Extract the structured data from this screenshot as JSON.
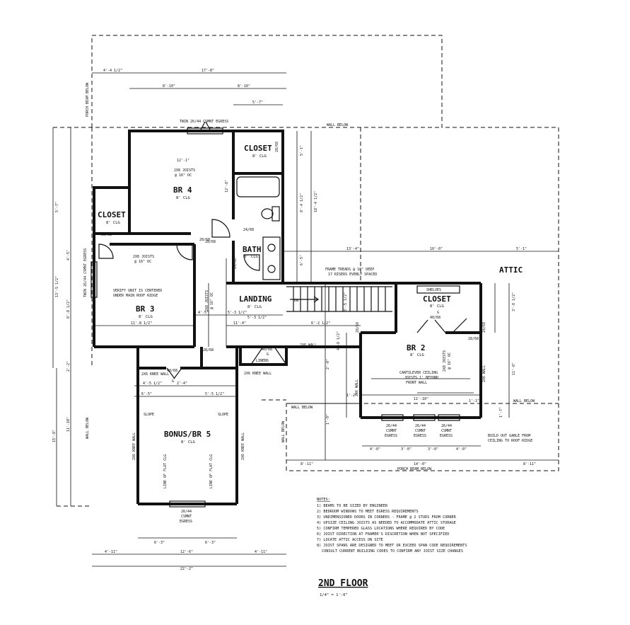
{
  "rooms": {
    "br4": {
      "name": "BR 4",
      "clg": "8' CLG",
      "joists": "2X8 JOISTS",
      "spacing": "@ 16\" OC"
    },
    "closet_top": {
      "name": "CLOSET",
      "clg": "8' CLG"
    },
    "closet_left": {
      "name": "CLOSET",
      "clg": "8' CLG"
    },
    "bath": {
      "name": "BATH",
      "clg": "8' CLG"
    },
    "br3": {
      "name": "BR 3",
      "clg": "8' CLG",
      "joists": "2X8 JOISTS",
      "spacing": "@ 16\" OC"
    },
    "landing": {
      "name": "LANDING",
      "clg": "8' CLG"
    },
    "closet_right": {
      "name": "CLOSET",
      "clg": "8' CLG"
    },
    "br2": {
      "name": "BR 2",
      "clg": "8' CLG"
    },
    "bonus": {
      "name": "BONUS/BR 5",
      "clg": "8' CLG"
    },
    "attic": {
      "name": "ATTIC"
    },
    "linens": {
      "name": "LINENS"
    },
    "shelves": {
      "name": "SHELVES"
    }
  },
  "annotations": {
    "twin_egress_top": "TWIN 26/44 CSMNT EGRESS",
    "twin_egress_left": "TWIN 26/44 CSMNT EGRESS",
    "wall_below_top": "WALL BELOW",
    "wall_below_mid": "WALL BELOW",
    "wall_below_right": "WALL BELOW",
    "wall_below_left": "WALL BELOW",
    "wall_below_bonus": "WALL BELOW",
    "porch_beam_top": "PORCH BEAM BELOW",
    "porch_beam_bottom": "PORCH BEAM BELOW",
    "frame_treads": "FRAME TREADS @ 10\" DEEP",
    "risers": "17 RISERS EVENLY SPACED",
    "verify_unit_1": "VERIFY UNIT IS CENTERED",
    "verify_unit_2": "UNDER MAIN ROOF RIDGE",
    "cantilever_1": "CANTILEVER CEILING",
    "cantilever_2": "JOISTS 1' BEYOND",
    "cantilever_3": "FRONT WALL",
    "build_out_1": "BUILD OUT GABLE FROM",
    "build_out_2": "CEILING TO ROOF RIDGE",
    "dn": "DN",
    "slope_left": "SLOPE",
    "slope_right": "SLOPE",
    "flat_clg_left": "LINE OF FLAT CLG",
    "flat_clg_right": "LINE OF FLAT CLG",
    "knee_wall_1": "2X6 KNEE WALL",
    "knee_wall_2": "2X6 KNEE WALL",
    "knee_wall_3": "2X6 KNEE WALL",
    "knee_wall_4": "2X6 KNEE WALL",
    "two_x6_wall": "2X6 WALL",
    "two_x6_wall_2": "2X6 WALL",
    "two_x6_wall_3": "2X6 WALL",
    "bonus_egress_1": "26/44",
    "bonus_egress_2": "CSMNT",
    "bonus_egress_3": "EGRESS",
    "br2_joists": "2X8 JOISTS",
    "br2_spacing": "@ 16\" OC",
    "bath_joists": "2X8 JOISTS",
    "bath_spacing": "@ 16\" OC"
  },
  "doors": {
    "d1": "30/68",
    "d2": "28/68",
    "d3": "24/68",
    "d4": "24/68",
    "d5": "28/68",
    "d6": "40/68",
    "d6b": "G",
    "d7": "40/68",
    "d7b": "G",
    "d8": "40/68",
    "d8b": "G",
    "d9": "28/68",
    "d10": "28/68",
    "d11": "24/68",
    "d12": "28/68",
    "d13": "28/68"
  },
  "egress_windows": [
    {
      "l1": "26/44",
      "l2": "CSMNT",
      "l3": "EGRESS"
    },
    {
      "l1": "26/44",
      "l2": "CSMNT",
      "l3": "EGRESS"
    },
    {
      "l1": "26/44",
      "l2": "CSMNT",
      "l3": "EGRESS"
    }
  ],
  "dimensions": {
    "top_a": "4'-4 1/2\"",
    "top_b": "17'-8\"",
    "top_c": "8'-10\"",
    "top_d": "8'-10\"",
    "top_e": "5'-7\"",
    "br4_width": "12'-1\"",
    "br4_height": "12'-8\"",
    "right_a": "5'-1\"",
    "right_b": "8'-4 1/2\"",
    "right_c": "18'-4 1/2\"",
    "right_d": "6'-5\"",
    "mid_a": "13'-4\"",
    "mid_b": "10'-0\"",
    "mid_c": "5'-1\"",
    "left_a": "5'-7\"",
    "left_b": "4'-5\"",
    "left_c": "13'-5 1/2\"",
    "left_d": "8'-8 1/2\"",
    "br3_width": "11'-8 1/2\"",
    "land_a": "4'-5\"",
    "land_b": "5'-3 1/2\"",
    "land_c": "5'-3 1/2\"",
    "land_d": "11'-4\"",
    "land_e": "6'-2 1/2\"",
    "stair_a": "3'-5 1/2\"",
    "stair_b": "4'-8 1/2\"",
    "br2_a": "3'-8 1/2\"",
    "br2_b": "11'-8\"",
    "br2_c": "11'-10\"",
    "br2_d": "1'-2\"",
    "br2_e": "1'-1\"",
    "low_a": "4'-5 1/2\"",
    "low_b": "2'-4\"",
    "low_c": "5'-5 1/2\"",
    "low_d": "6'-5\"",
    "low_e": "2'-2\"",
    "low_f": "2'-0\"",
    "low_g": "1'-9\"",
    "low_h": "1'-7\"",
    "left_e": "11'-10\"",
    "left_f": "15'-8\"",
    "bot_a": "6'-3\"",
    "bot_b": "6'-3\"",
    "bot_c": "12'-6\"",
    "bot_d": "4'-11\"",
    "bot_e": "4'-11\"",
    "bot_f": "22'-2\"",
    "br2_bot_a": "4'-0\"",
    "br2_bot_b": "3'-0\"",
    "br2_bot_c": "3'-0\"",
    "br2_bot_d": "4'-0\"",
    "right_low_a": "8'-11\"",
    "right_low_b": "14'-0\"",
    "right_low_c": "8'-11\""
  },
  "notes": {
    "heading": "NOTES:",
    "items": [
      "1) BEAMS TO BE SIZED BY ENGINEER",
      "2) BEDROOM WINDOWS TO MEET EGRESS REQUIREMENTS",
      "3) UNDIMENSIONED DOORS IN CORNERS - FRAME @ 2 STUDS FROM CORNER",
      "4) UPSIZE CEILING JOISTS AS NEEDED TO ACCOMMODATE ATTIC STORAGE",
      "5) CONFIRM TEMPERED GLASS LOCATIONS WHERE REQUIRED BY CODE",
      "6) JOIST DIRECTION AT FRAMER'S DISCRETION WHEN NOT SPECIFIED",
      "7) LOCATE ATTIC ACCESS ON SITE",
      "8) JOIST SPANS ARE DESIGNED TO MEET OR EXCEED SPAN CODE REQUIREMENTS",
      "CONSULT CURRENT BUILDING CODES TO CONFIRM ANY JOIST SIZE CHANGES"
    ]
  },
  "title": {
    "name": "2ND FLOOR",
    "scale": "1/4\" = 1'-0\""
  }
}
